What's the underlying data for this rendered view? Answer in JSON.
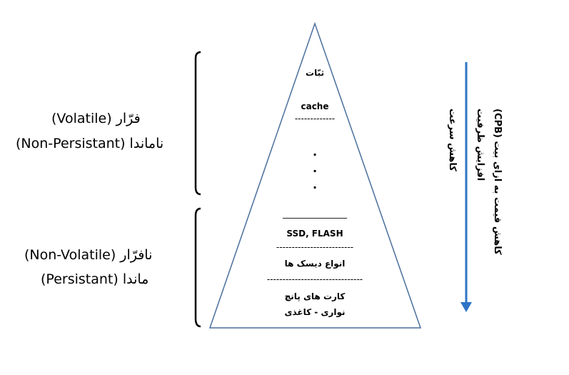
{
  "left_labels": {
    "volatile_line1": "فرّار (Volatile)",
    "volatile_line2": "ناماندا (Non-Persistant)",
    "nonvolatile_line1": "نافرّار (Non-Volatile)",
    "nonvolatile_line2": "ماندا (Persistant)"
  },
  "pyramid": {
    "registers": "ثبّات",
    "cache": "cache",
    "sep1": "-------------",
    "dots": [
      "·",
      "·",
      "·"
    ],
    "sep2": "_______________",
    "ssd_flash": "SSD, FLASH",
    "sep3": "-------------------------",
    "disks": "انواع دیسک ها",
    "sep4": "-------------------------------",
    "cards_line1": "کارت های پانچ",
    "cards_line2": "نواری - کاغذی"
  },
  "right_labels": {
    "speed": "کاهش سرعت",
    "capacity": "افزایش ظرفیت",
    "cost": "کاهش قیمت به ازای بیت (CPB)"
  },
  "colors": {
    "pyramid_stroke": "#4a6f9c",
    "arrow": "#2e75c5",
    "bracket": "#000000"
  }
}
